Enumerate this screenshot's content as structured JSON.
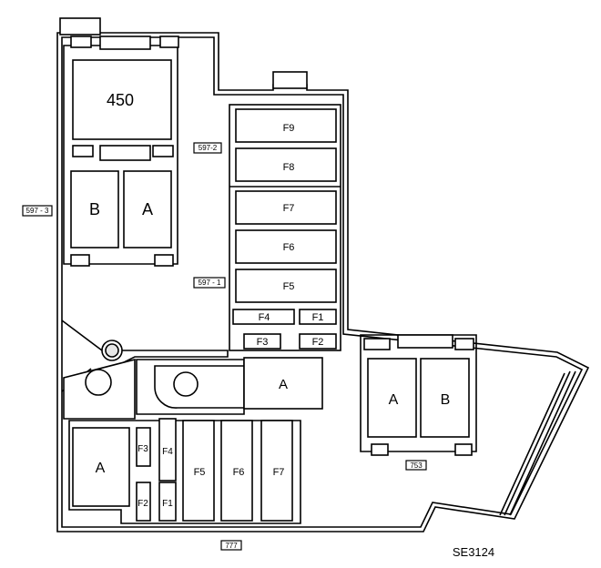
{
  "labels": {
    "relay_450": "450",
    "relay_left_b": "B",
    "relay_left_a": "A",
    "fuse_f9": "F9",
    "fuse_f8": "F8",
    "fuse_f7": "F7",
    "fuse_f6": "F6",
    "fuse_f5": "F5",
    "fuse_f4": "F4",
    "fuse_f1": "F1",
    "fuse_f3": "F3",
    "fuse_f2": "F2",
    "relay_center_a": "A",
    "relay_right_a": "A",
    "relay_right_b": "B",
    "relay_bottom_a": "A",
    "bottom_f3": "F3",
    "bottom_f4": "F4",
    "bottom_f2": "F2",
    "bottom_f1": "F1",
    "bottom_f5": "F5",
    "bottom_f6": "F6",
    "bottom_f7": "F7"
  },
  "tags": {
    "t597_3": "597 - 3",
    "t597_2": "597-2",
    "t597_1": "597 - 1",
    "t753": "753",
    "t777": "777"
  },
  "reference": "SE3124"
}
